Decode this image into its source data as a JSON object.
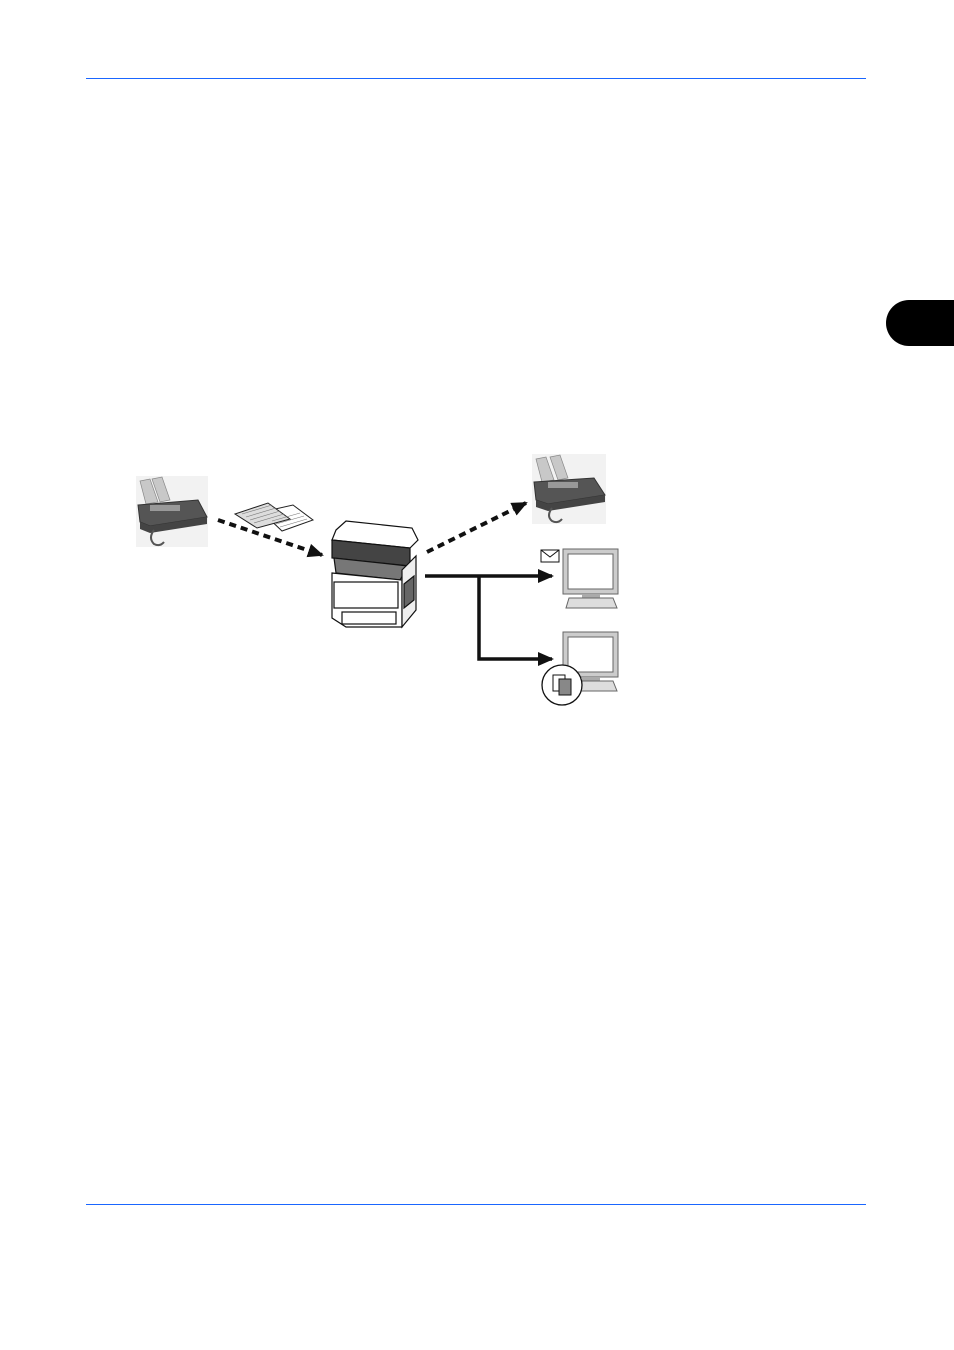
{
  "page": {
    "rule_color": "#1a66ff",
    "tab_color": "#000000"
  },
  "diagram": {
    "nodes": [
      {
        "id": "sender-fax",
        "icon": "fax-machine-icon"
      },
      {
        "id": "received-documents",
        "icon": "documents-icon"
      },
      {
        "id": "mfp",
        "icon": "multifunction-printer-icon"
      },
      {
        "id": "forward-fax",
        "icon": "fax-machine-icon"
      },
      {
        "id": "email-pc",
        "icon": "computer-icon",
        "badge": "envelope-icon"
      },
      {
        "id": "folder-pc",
        "icon": "computer-icon",
        "badge": "shared-folder-icon"
      }
    ],
    "links": [
      {
        "from": "sender-fax",
        "to": "mfp",
        "style": "dashed"
      },
      {
        "from": "mfp",
        "to": "forward-fax",
        "style": "dashed"
      },
      {
        "from": "mfp",
        "to": "email-pc",
        "style": "solid"
      },
      {
        "from": "mfp",
        "to": "folder-pc",
        "style": "solid"
      }
    ]
  }
}
